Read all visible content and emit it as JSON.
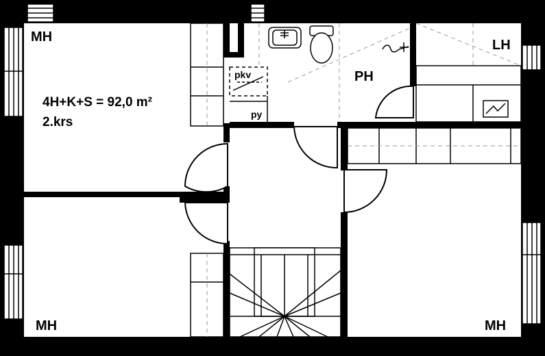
{
  "floor_info": {
    "area": "4H+K+S = 92,0 m²",
    "floor": "2.krs"
  },
  "rooms": {
    "bedroom_top_left": "MH",
    "bedroom_bottom_left": "MH",
    "bedroom_bottom_right": "MH",
    "bathroom": "PH",
    "storage_room": "LH"
  },
  "fixtures": {
    "drying_cabinet": "pkv",
    "laundry": "py"
  }
}
